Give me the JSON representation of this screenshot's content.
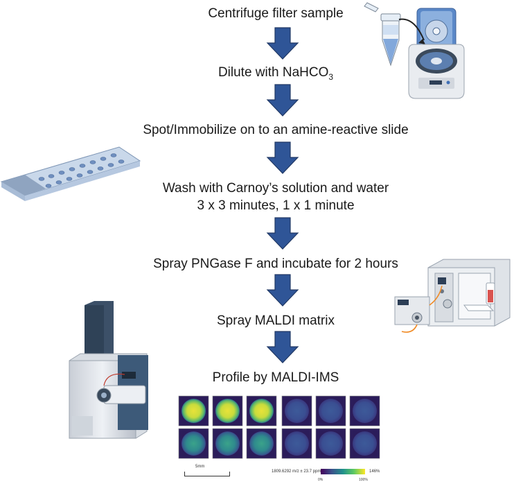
{
  "steps": [
    {
      "text": "Centrifuge filter sample"
    },
    {
      "text_main": "Dilute with NaHCO",
      "text_sub": "3"
    },
    {
      "text": "Spot/Immobilize on to an amine-reactive slide"
    },
    {
      "line1": "Wash with Carnoy’s solution and water",
      "line2": "3 x 3 minutes, 1 x 1 minute"
    },
    {
      "text": "Spray PNGase F and incubate for 2 hours"
    },
    {
      "text": "Spray MALDI matrix"
    },
    {
      "text": "Profile by MALDI-IMS"
    }
  ],
  "ims_panel": {
    "scale_label": "5mm",
    "mz_label": "1809.6292 m/z ± 23.7 ppm",
    "colorbar_max": "146%",
    "colorbar_min_tick": "0%",
    "colorbar_max_tick": "100%",
    "spots_row1": [
      "bright",
      "bright",
      "bright",
      "dim",
      "dim",
      "dim"
    ],
    "spots_row2": [
      "mid",
      "mid",
      "mid",
      "dim",
      "dim",
      "dim"
    ]
  },
  "colors": {
    "arrow": "#2f5597",
    "arrow_edge": "#203864"
  },
  "icons": [
    "centrifuge-tube-icon",
    "centrifuge-icon",
    "glass-slide-icon",
    "sprayer-instrument-icon",
    "mass-spectrometer-icon"
  ]
}
